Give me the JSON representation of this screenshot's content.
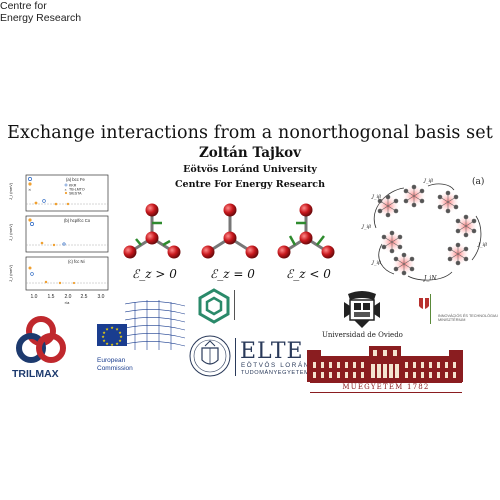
{
  "header": {
    "title": "Exchange interactions from a nonorthogonal basis set",
    "author": "Zoltán Tajkov",
    "affiliation_1": "Eötvös Loránd University",
    "affiliation_2": "Centre For Energy Research"
  },
  "plot_panel": {
    "panel_labels": [
      "(a) bcc Fe",
      "(b) hcp/fcc Co",
      "(c) fcc Ni"
    ],
    "legend": [
      "KKR",
      "TB-LMTO",
      "SIESTA"
    ],
    "y_axis_label": "J_i (meV)",
    "x_ticks": [
      "1.0",
      "1.5",
      "2.0",
      "2.5",
      "3.0"
    ],
    "x_axis_label": "r/a"
  },
  "energy_labels": [
    "ℰ_z > 0",
    "ℰ_z = 0",
    "ℰ_z < 0"
  ],
  "lattice_panel": {
    "panel_label": "(a)",
    "coupling_label": "J_iβ",
    "bottom_label": "J_iN"
  },
  "logos": {
    "trilmax": "TRILMAX",
    "eu": [
      "European",
      "Commission"
    ],
    "cer": [
      "Centre for",
      "Energy Research"
    ],
    "elte": "ELTE",
    "elte_sub1": "EÖTVÖS LORÁND",
    "elte_sub2": "TUDOMÁNYEGYETEM",
    "oviedo": "Universidad de Oviedo",
    "bme": "MŰEGYETEM 1782",
    "ministry": "INNOVÁCIÓS ÉS TECHNOLÓGIAI MINISZTÉRIUM"
  },
  "colors": {
    "atom_red": "#c8181d",
    "bond_gray": "#777777",
    "arrow_green": "#2e8b2e",
    "eu_blue": "#1a3d8f",
    "cer_green": "#2a8a6a",
    "bme_red": "#8a1d20",
    "trilmax_red": "#c0282d",
    "trilmax_navy": "#1d3a6e"
  }
}
